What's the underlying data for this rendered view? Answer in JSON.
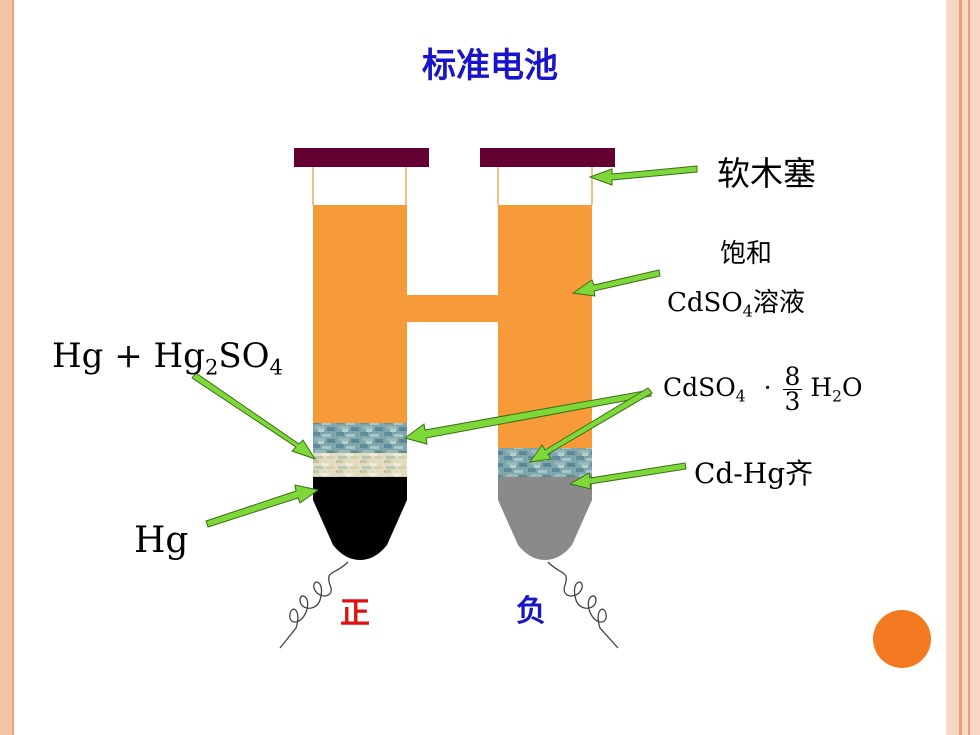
{
  "title": "标准电池",
  "labels": {
    "cork": "软木塞",
    "saturated_line1": "饱和",
    "saturated_line2_a": "CdSO",
    "saturated_line2_sub": "4",
    "saturated_line2_b": "溶液",
    "hydrate_a": "CdSO",
    "hydrate_sub": "4",
    "hydrate_dot": "·",
    "hydrate_num": "8",
    "hydrate_den": "3",
    "hydrate_h": "H",
    "hydrate_h_sub": "2",
    "hydrate_o": "O",
    "amalgam": "Cd-Hg齐",
    "paste_a": "Hg + Hg",
    "paste_sub1": "2",
    "paste_b": "SO",
    "paste_sub2": "4",
    "mercury": "Hg",
    "positive": "正",
    "negative": "负"
  },
  "colors": {
    "title": "#1a14c8",
    "positive": "#e01010",
    "negative": "#1a14c8",
    "solution": "#f79a3a",
    "cork": "#650032",
    "arrow": "#7ed83a",
    "mercury": "#000000",
    "amalgam": "#8a8a8a",
    "accent_dot": "#f47a22"
  }
}
